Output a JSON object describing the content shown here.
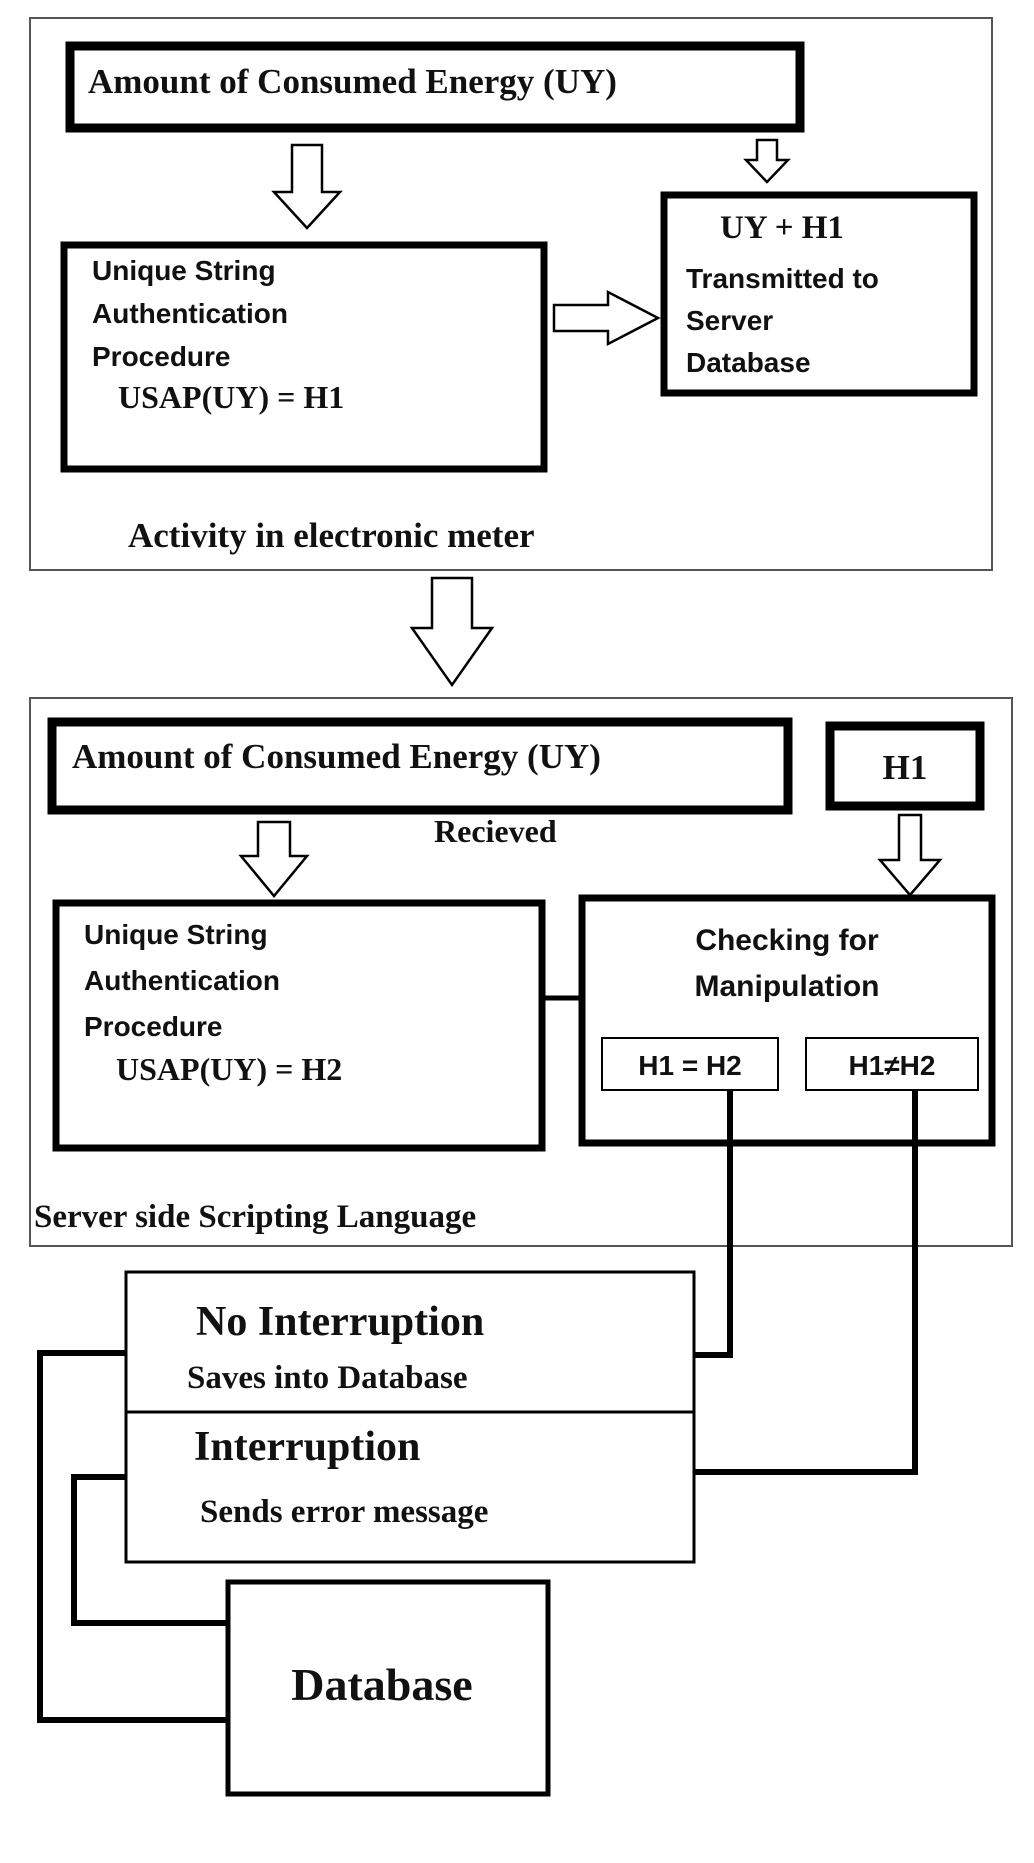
{
  "meter_panel": {
    "caption": "Activity in electronic meter",
    "energy_box": "Amount of Consumed Energy (UY)",
    "usap_box": {
      "line1": "Unique String",
      "line2": "Authentication",
      "line3": "Procedure",
      "formula": "USAP(UY) = H1"
    },
    "transmit_box": {
      "line1": "UY + H1",
      "line2": "Transmitted to",
      "line3": "Server",
      "line4": "Database"
    }
  },
  "server_panel": {
    "caption": "Server side Scripting Language",
    "energy_box": "Amount of Consumed Energy (UY)",
    "h1_box": "H1",
    "received_label": "Recieved",
    "usap_box": {
      "line1": "Unique String",
      "line2": "Authentication",
      "line3": "Procedure",
      "formula": "USAP(UY) = H2"
    },
    "check_box": {
      "line1": "Checking for",
      "line2": "Manipulation",
      "equal_option": "H1 = H2",
      "notequal_option": "H1≠H2"
    }
  },
  "outcomes": {
    "no_interruption_title": "No Interruption",
    "no_interruption_desc": "Saves into  Database",
    "interruption_title": "Interruption",
    "interruption_desc": "Sends error message"
  },
  "database_label": "Database"
}
